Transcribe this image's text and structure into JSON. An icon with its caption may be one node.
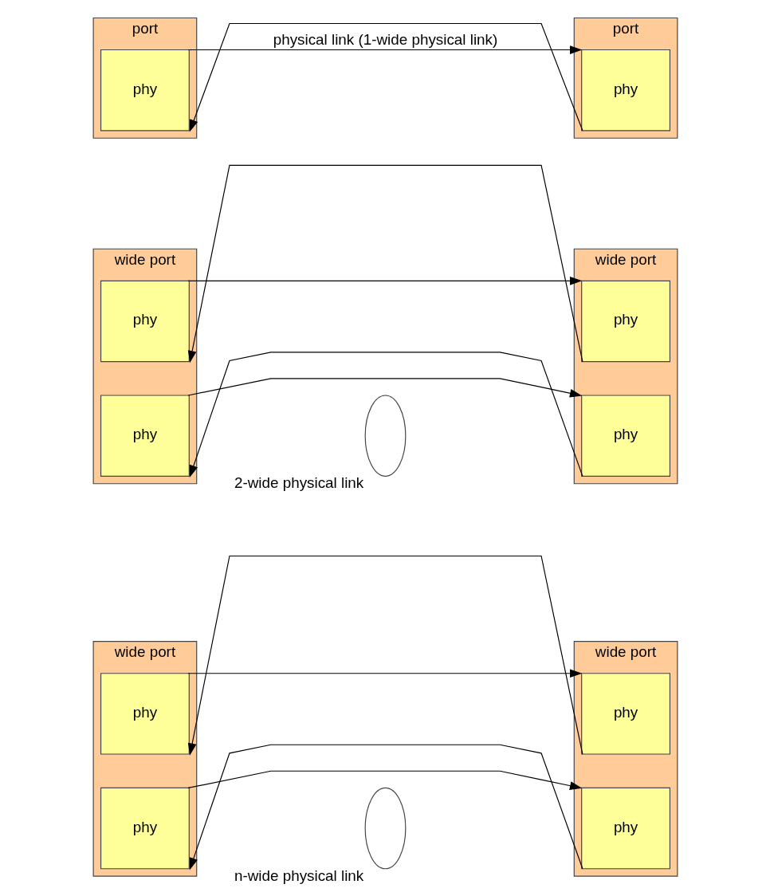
{
  "diagram": {
    "nodes": [
      {
        "text": [
          "port"
        ]
      },
      {
        "text": [
          "phy"
        ],
        "in": 0
      },
      {
        "text": [
          "port"
        ]
      },
      {
        "text": [
          "phy"
        ],
        "in": 2
      },
      {
        "text": [
          "wide port"
        ]
      },
      {
        "text": [
          "phy"
        ],
        "in": 4
      },
      {
        "text": [
          "phy"
        ],
        "in": 4
      },
      {
        "text": [],
        "shape": "ellipse",
        "beside": [
          "2-wide physical link"
        ]
      },
      {
        "text": [
          "wide port"
        ]
      },
      {
        "text": [
          "phy"
        ],
        "in": 8
      },
      {
        "text": [
          "phy"
        ],
        "in": 8
      },
      {
        "text": [
          "wide port"
        ]
      },
      {
        "text": [
          "phy"
        ],
        "in": 11
      },
      {
        "text": [
          "phy"
        ],
        "in": 11
      },
      {
        "text": [],
        "shape": "ellipse",
        "beside": [
          "n-wide physical link"
        ]
      },
      {
        "text": [
          "wide port"
        ]
      },
      {
        "text": [
          "phy"
        ],
        "in": 15
      },
      {
        "text": [
          "phy"
        ],
        "in": 15
      }
    ],
    "edges": [
      {
        "from": 1,
        "to": 3,
        "arrow": "to",
        "label": "physical link (1-wide physical link)"
      },
      {
        "from": 3,
        "to": 1,
        "arrow": "to"
      },
      {
        "from": 5,
        "to": 9,
        "arrow": "to"
      },
      {
        "from": 9,
        "to": 5,
        "arrow": "to"
      },
      {
        "from": 6,
        "to": 10,
        "arrow": "to"
      },
      {
        "from": 10,
        "to": 6,
        "arrow": "to"
      },
      {
        "from": 12,
        "to": 16,
        "arrow": "to"
      },
      {
        "from": 16,
        "to": 12,
        "arrow": "to"
      },
      {
        "from": 13,
        "to": 17,
        "arrow": "to"
      },
      {
        "from": 17,
        "to": 13,
        "arrow": "to"
      }
    ]
  }
}
